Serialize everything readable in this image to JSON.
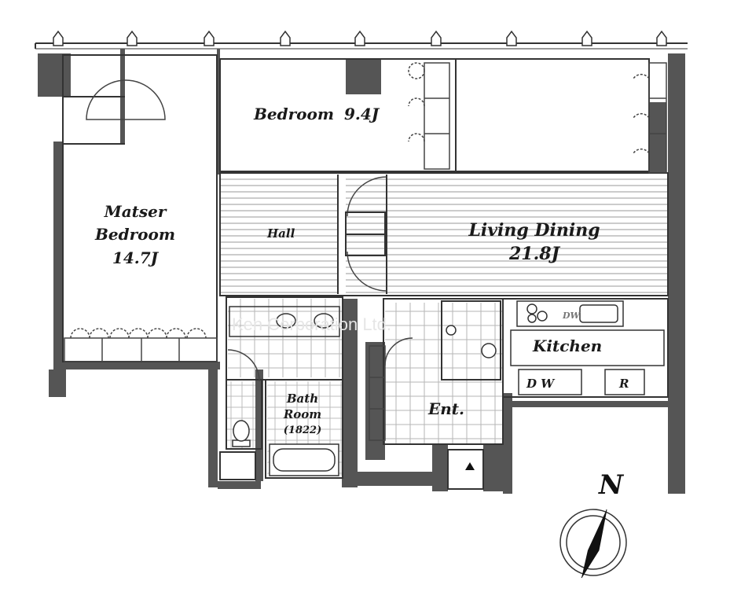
{
  "plan": {
    "rooms": {
      "bedroom": {
        "name": "Bedroom",
        "size": "9.4J"
      },
      "master": {
        "line1": "Matser",
        "line2": "Bedroom",
        "size": "14.7J"
      },
      "hall": "Hall",
      "living": {
        "name": "Living Dining",
        "size": "21.8J"
      },
      "kitchen": "Kitchen",
      "bath": {
        "line1": "Bath",
        "line2": "Room",
        "note": "(1822)"
      },
      "entrance": "Ent."
    },
    "appliances": {
      "dishwasher": "D W",
      "dishwasher_small": "DW",
      "refrigerator": "R"
    },
    "watermark": "Ken Corporation Ltd.",
    "compass": {
      "letter": "N"
    },
    "colors": {
      "wall": "#555555",
      "line": "#333333",
      "floor_lines": "#888888"
    }
  }
}
